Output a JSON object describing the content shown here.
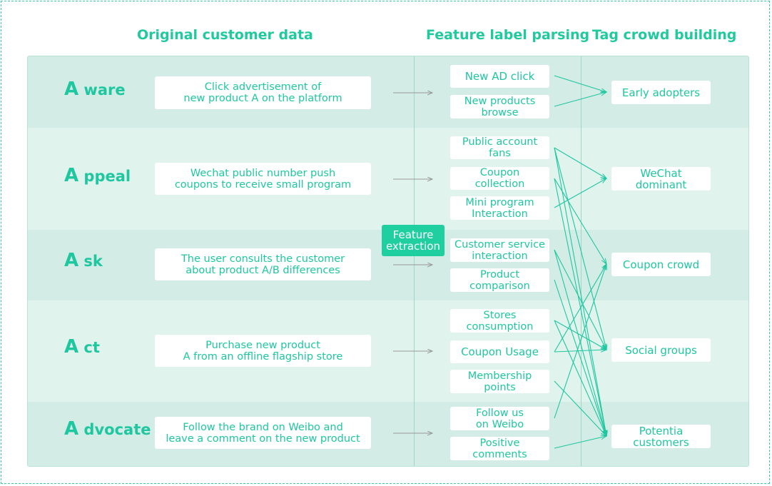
{
  "headers": {
    "original": "Original customer data",
    "feature": "Feature label parsing",
    "tag": "Tag crowd building"
  },
  "feature_extraction": "Feature\nextraction",
  "colors": {
    "accent": "#1fc7a0",
    "arrow": "#999999",
    "band_dark": "#d3ece5",
    "band_light": "#e0f3ed"
  },
  "rows": [
    {
      "cap": "A",
      "rest": " ware",
      "desc": "Click advertisement of\nnew product A on the platform"
    },
    {
      "cap": "A",
      "rest": " ppeal",
      "desc": "Wechat public number push\ncoupons to receive small program"
    },
    {
      "cap": "A",
      "rest": " sk",
      "desc": "The user consults the customer\nabout product A/B differences"
    },
    {
      "cap": "A",
      "rest": " ct",
      "desc": "Purchase new product\nA from an offline flagship store"
    },
    {
      "cap": "A",
      "rest": " dvocate",
      "desc": "Follow the brand on Weibo and\nleave a comment on the new product"
    }
  ],
  "features": [
    "New AD click",
    "New products\nbrowse",
    "Public account\nfans",
    "Coupon\ncollection",
    "Mini program\nInteraction",
    "Customer service\ninteraction",
    "Product\ncomparison",
    "Stores\nconsumption",
    "Coupon Usage",
    "Membership\npoints",
    "Follow us\non Weibo",
    "Positive\ncomments"
  ],
  "tags": [
    "Early adopters",
    "WeChat dominant",
    "Coupon crowd",
    "Social groups",
    "Potentia\ncustomers"
  ],
  "links": [
    [
      0,
      0
    ],
    [
      1,
      0
    ],
    [
      2,
      1
    ],
    [
      2,
      3
    ],
    [
      2,
      4
    ],
    [
      3,
      2
    ],
    [
      3,
      4
    ],
    [
      4,
      1
    ],
    [
      5,
      3
    ],
    [
      5,
      4
    ],
    [
      6,
      4
    ],
    [
      7,
      3
    ],
    [
      7,
      4
    ],
    [
      8,
      2
    ],
    [
      8,
      3
    ],
    [
      9,
      4
    ],
    [
      10,
      2
    ],
    [
      11,
      4
    ]
  ]
}
